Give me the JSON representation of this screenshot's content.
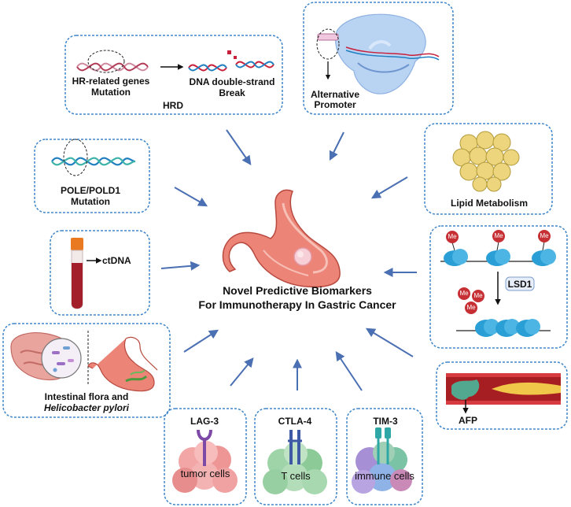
{
  "center": {
    "title_line1": "Novel Predictive Biomarkers",
    "title_line2": "For Immunotherapy In Gastric Cancer"
  },
  "hrd": {
    "genes_line1": "HR-related genes",
    "genes_line2": "Mutation",
    "break_line1": "DNA double-strand",
    "break_line2": "Break",
    "label": "HRD"
  },
  "promoter": {
    "line1": "Alternative",
    "line2": "Promoter"
  },
  "lipid": {
    "label": "Lipid Metabolism"
  },
  "pole": {
    "line1": "POLE/POLD1",
    "line2": "Mutation"
  },
  "ctdna": {
    "label": "ctDNA"
  },
  "methylation": {
    "me": "Me",
    "enzyme": "LSD1"
  },
  "flora": {
    "line1": "Intestinal flora and",
    "line2": "Helicobacter pylori"
  },
  "afp": {
    "label": "AFP"
  },
  "lag3": {
    "marker": "LAG-3",
    "cells": "tumor cells"
  },
  "ctla4": {
    "marker": "CTLA-4",
    "cells": "T cells"
  },
  "tim3": {
    "marker": "TIM-3",
    "cells": "immune cells"
  },
  "colors": {
    "box_border": "#3f86c9",
    "arrow": "#4a6fb2",
    "stomach": "#e8776a",
    "dna_red": "#c8203a",
    "dna_blue": "#1f7fc1",
    "nucleosome": "#2a9fd6",
    "methyl": "#c62f33"
  }
}
